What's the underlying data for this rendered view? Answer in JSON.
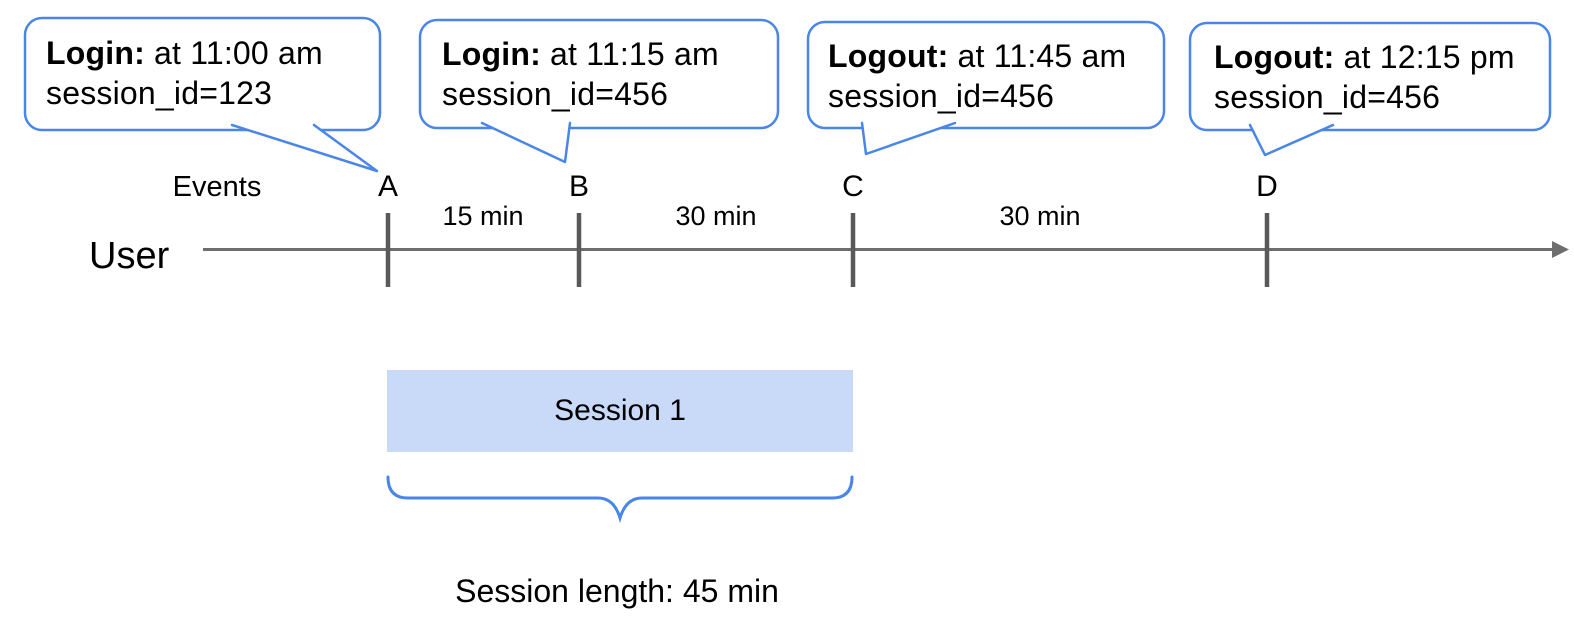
{
  "colors": {
    "accent_blue": "#4a86e8",
    "session_fill": "#c9daf8",
    "timeline_gray": "#6e6e6e",
    "tick_gray": "#595959",
    "text_black": "#000000"
  },
  "callouts": [
    {
      "event_label": "Login:",
      "time_text": " at 11:00 am",
      "session_text": "session_id=123"
    },
    {
      "event_label": "Login:",
      "time_text": " at 11:15 am",
      "session_text": "session_id=456"
    },
    {
      "event_label": "Logout:",
      "time_text": " at 11:45 am",
      "session_text": "session_id=456"
    },
    {
      "event_label": "Logout:",
      "time_text": " at 12:15 pm",
      "session_text": "session_id=456"
    }
  ],
  "timeline": {
    "axis_label": "User",
    "events_label": "Events",
    "markers": [
      {
        "label": "A"
      },
      {
        "label": "B"
      },
      {
        "label": "C"
      },
      {
        "label": "D"
      }
    ],
    "intervals": [
      {
        "label": "15 min"
      },
      {
        "label": "30 min"
      },
      {
        "label": "30 min"
      }
    ]
  },
  "session": {
    "label": "Session 1",
    "length_label": "Session length: 45 min"
  }
}
